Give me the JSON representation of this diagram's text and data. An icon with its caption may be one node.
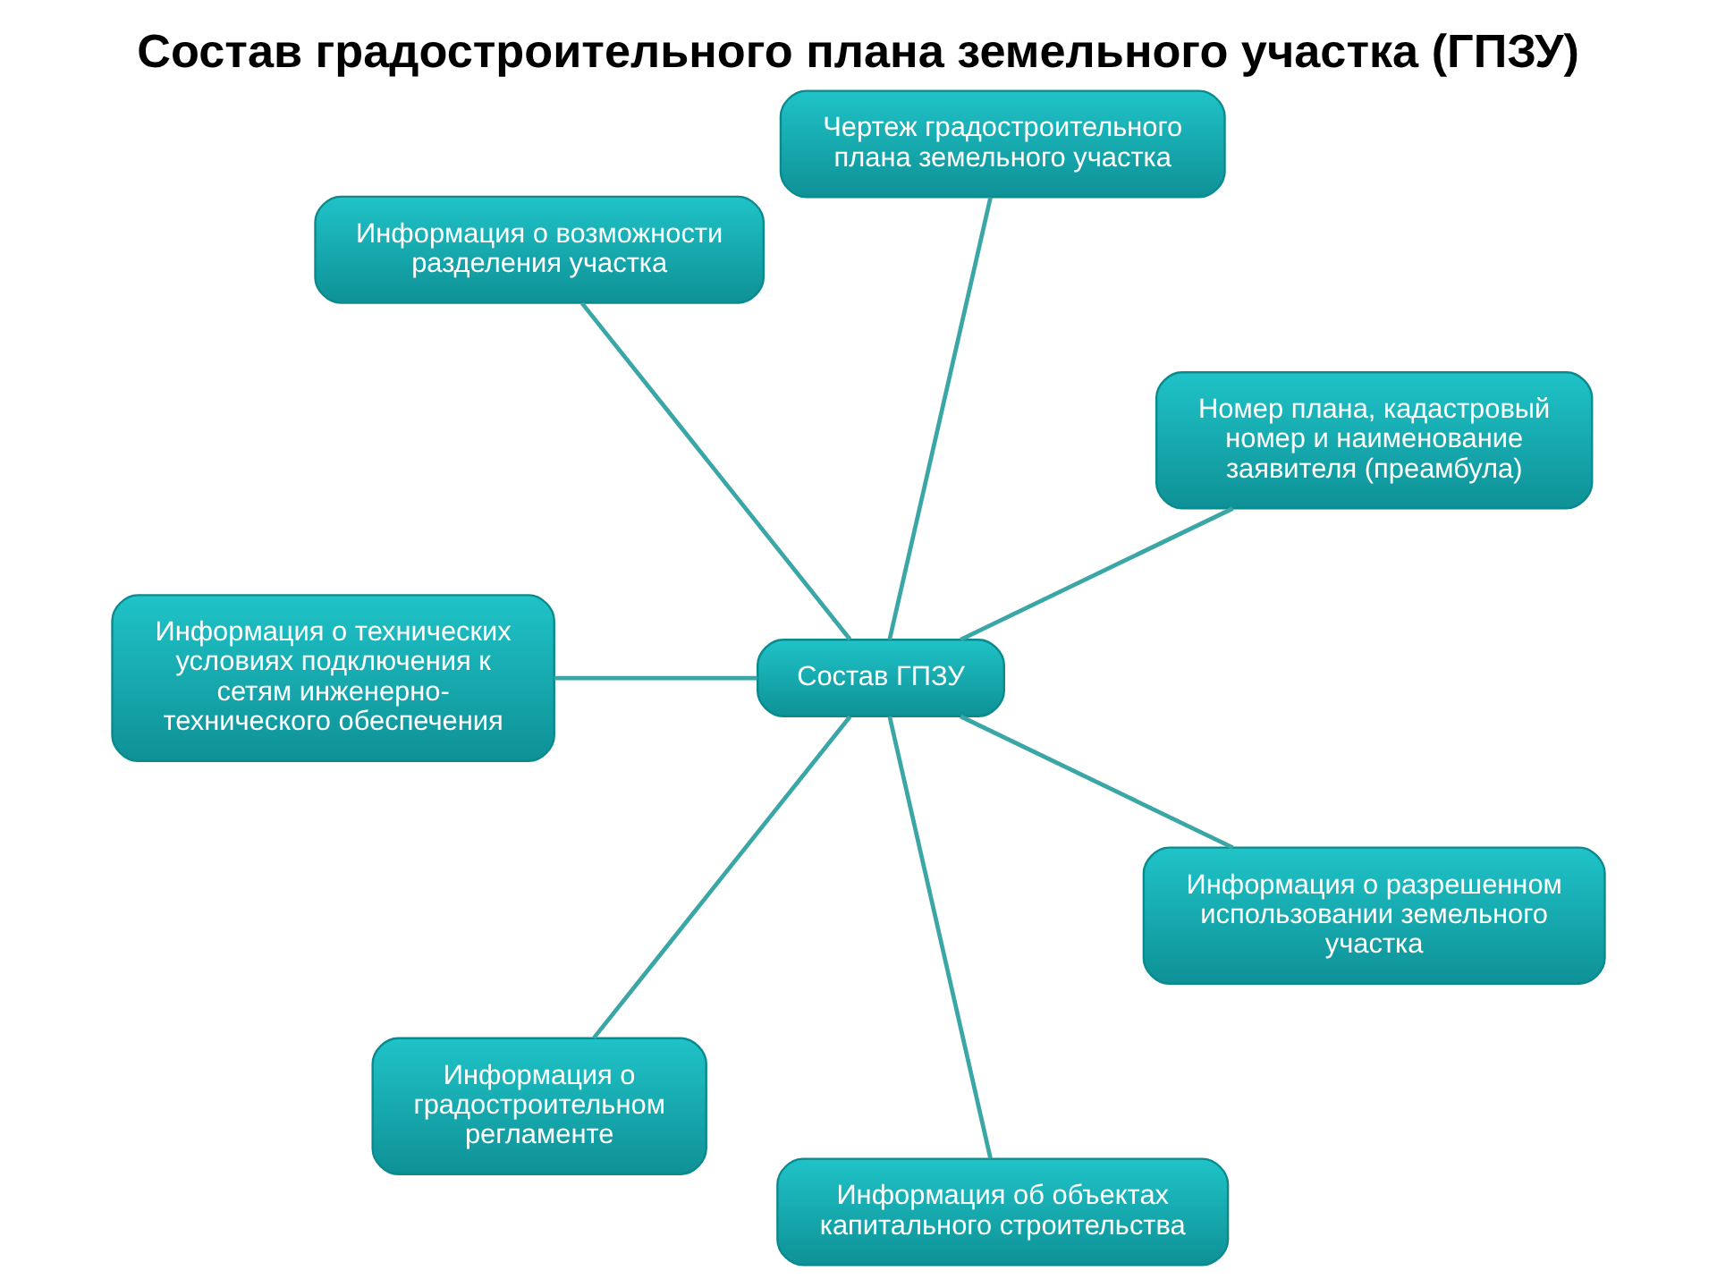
{
  "diagram": {
    "title": "Состав градостроительного плана земельного участка (ГПЗУ)",
    "nodes": [
      {
        "text": [
          "Номер плана, кадастровый номер и наименование заявителя (преамбула)"
        ]
      },
      {
        "text": [
          "Чертеж градостроительного плана земельного участка"
        ]
      },
      {
        "text": [
          "Информация о возможности разделения участка"
        ]
      },
      {
        "text": [
          "Состав ГПЗУ"
        ]
      },
      {
        "text": [
          "Информация о технических условиях подключения к сетям инженерно-технического обеспечения"
        ]
      },
      {
        "text": [
          "Информация о градостроительном регламенте"
        ]
      },
      {
        "text": [
          "Информация об объектах капитального строительства"
        ]
      },
      {
        "text": [
          "Информация о разрешенном использовании земельного участка"
        ]
      }
    ],
    "edges": [
      {
        "from": 3,
        "to": 0,
        "arrow": "none"
      },
      {
        "from": 3,
        "to": 1,
        "arrow": "none"
      },
      {
        "from": 3,
        "to": 2,
        "arrow": "none"
      },
      {
        "from": 3,
        "to": 4,
        "arrow": "none"
      },
      {
        "from": 3,
        "to": 5,
        "arrow": "none"
      },
      {
        "from": 3,
        "to": 6,
        "arrow": "none"
      },
      {
        "from": 3,
        "to": 7,
        "arrow": "none"
      }
    ]
  }
}
